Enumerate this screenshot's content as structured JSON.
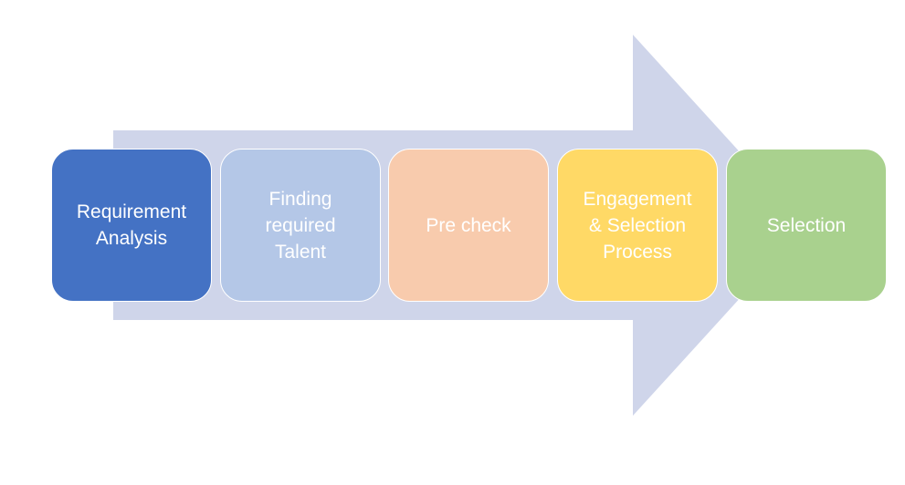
{
  "diagram": {
    "arrow_color": "#cfd5ea",
    "steps": [
      {
        "label": "Requirement\nAnalysis",
        "color": "#4472c4",
        "name": "step-requirement-analysis"
      },
      {
        "label": "Finding\nrequired\nTalent",
        "color": "#b4c7e7",
        "name": "step-finding-required-talent"
      },
      {
        "label": "Pre check",
        "color": "#f8cbad",
        "name": "step-pre-check"
      },
      {
        "label": "Engagement\n& Selection\nProcess",
        "color": "#ffd966",
        "name": "step-engagement-selection-process"
      },
      {
        "label": "Selection",
        "color": "#a9d18e",
        "name": "step-selection"
      }
    ]
  }
}
